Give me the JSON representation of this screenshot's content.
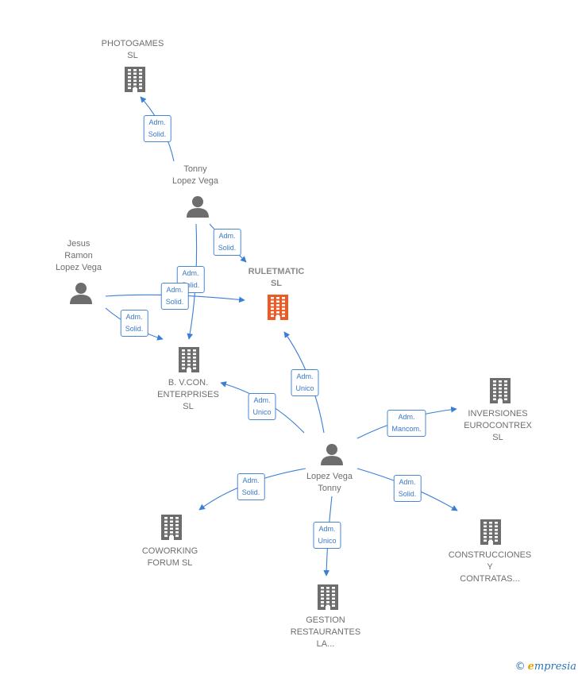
{
  "colors": {
    "edge": "#3a7fd5",
    "building": "#6d6d6d",
    "building_main": "#ee5a24",
    "person": "#6d6d6d"
  },
  "nodes": [
    {
      "id": "photogames",
      "icon": "building-icon",
      "label": "PHOTOGAMES\nSL"
    },
    {
      "id": "tonny",
      "icon": "person-icon",
      "label": "Tonny\nLopez Vega"
    },
    {
      "id": "jesus",
      "icon": "person-icon",
      "label": "Jesus\nRamon\nLopez Vega"
    },
    {
      "id": "ruletmatic",
      "icon": "building-icon",
      "label": "RULETMATIC\nSL",
      "main": true
    },
    {
      "id": "bvcon",
      "icon": "building-icon",
      "label": "B. V.CON.\nENTERPRISES\nSL"
    },
    {
      "id": "inversiones",
      "icon": "building-icon",
      "label": "INVERSIONES\nEUROCONTREX SL"
    },
    {
      "id": "lopez",
      "icon": "person-icon",
      "label": "Lopez Vega\nTonny"
    },
    {
      "id": "coworking",
      "icon": "building-icon",
      "label": "COWORKING\nFORUM  SL"
    },
    {
      "id": "construcciones",
      "icon": "building-icon",
      "label": "CONSTRUCCIONES\nY\nCONTRATAS..."
    },
    {
      "id": "gestion",
      "icon": "building-icon",
      "label": "GESTION\nRESTAURANTES\nLA..."
    }
  ],
  "edges": [
    {
      "from": "tonny",
      "to": "photogames",
      "label": "Adm.\nSolid."
    },
    {
      "from": "tonny",
      "to": "ruletmatic",
      "label": "Adm.\nSolid."
    },
    {
      "from": "tonny",
      "to": "bvcon",
      "label": "Adm.\nSolid."
    },
    {
      "from": "jesus",
      "to": "ruletmatic",
      "label": "Adm.\nSolid."
    },
    {
      "from": "jesus",
      "to": "bvcon",
      "label": "Adm.\nSolid."
    },
    {
      "from": "lopez",
      "to": "ruletmatic",
      "label": "Adm.\nUnico"
    },
    {
      "from": "lopez",
      "to": "bvcon",
      "label": "Adm.\nUnico"
    },
    {
      "from": "lopez",
      "to": "inversiones",
      "label": "Adm.\nMancom."
    },
    {
      "from": "lopez",
      "to": "coworking",
      "label": "Adm.\nSolid."
    },
    {
      "from": "lopez",
      "to": "construcciones",
      "label": "Adm.\nSolid."
    },
    {
      "from": "lopez",
      "to": "gestion",
      "label": "Adm.\nUnico"
    }
  ],
  "footer": {
    "copyright_symbol": "©",
    "brand_initial": "e",
    "brand_rest": "mpresia"
  }
}
